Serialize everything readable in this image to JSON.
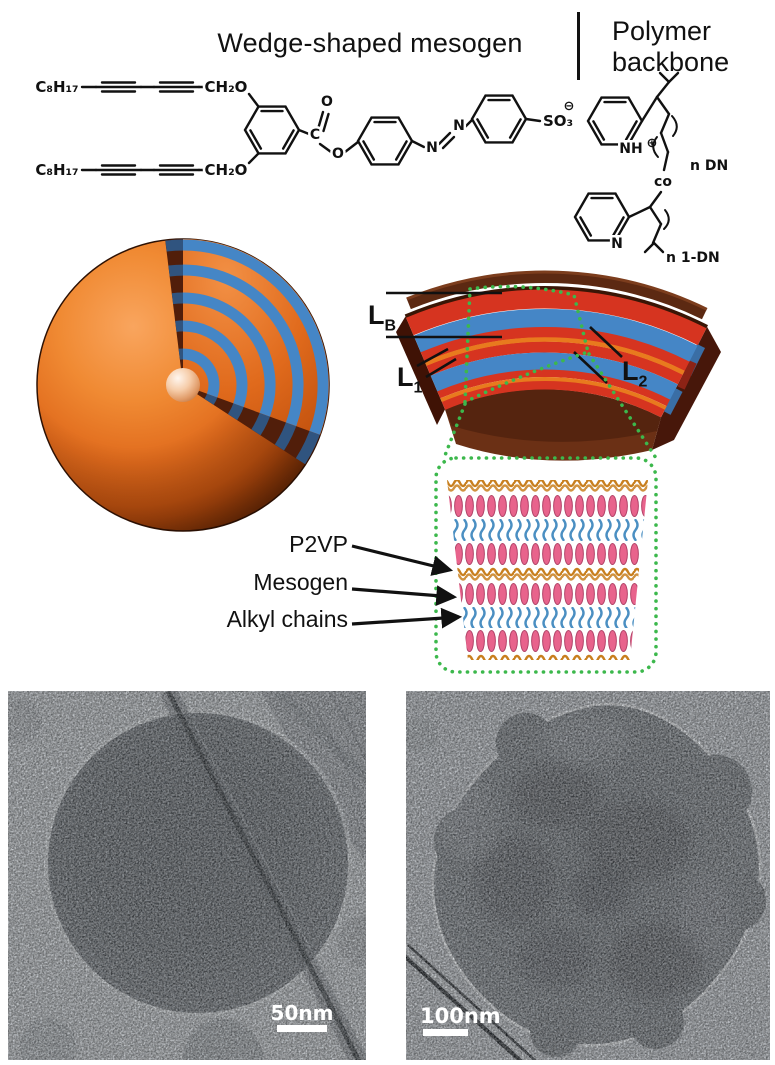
{
  "header": {
    "title": "Wedge-shaped mesogen",
    "polymer_line1": "Polymer",
    "polymer_line2": "backbone"
  },
  "structure": {
    "labels": {
      "alkyl_top": "C₈H₁₇",
      "alkyl_bottom": "C₈H₁₇",
      "ether_top": "CH₂O",
      "ether_bottom": "CH₂O",
      "carbonyl_o": "O",
      "ester_c": "C",
      "ester_o": "O",
      "azo_n_left": "N",
      "azo_n_right": "N",
      "sulfonate": "SO₃",
      "sulfonate_charge": "⊖",
      "pyridinium_nh": "NH",
      "pyridinium_charge": "⊕",
      "repeat_dn": "n DN",
      "co": "co",
      "pyridine_n": "N",
      "repeat_1dn": "n 1-DN"
    }
  },
  "schematic": {
    "labels": {
      "lb_main": "L",
      "lb_sub": "B",
      "l1_main": "L",
      "l1_sub": "1",
      "l2_main": "L",
      "l2_sub": "2",
      "p2vp": "P2VP",
      "mesogen": "Mesogen",
      "alkyl": "Alkyl chains"
    },
    "colors": {
      "shell_orange": "#e2671c",
      "layer_red": "#d63420",
      "layer_blue": "#4586c6",
      "layer_orange": "#e87a1e",
      "green_dots": "#3cb84c",
      "mesogen_pink": "#e8638c",
      "p2vp_chain": "#c87f1e",
      "alkyl_chain": "#4b8fc2",
      "dark_brown": "#5a2410"
    }
  },
  "tem": {
    "left_scale": "50nm",
    "right_scale": "100nm"
  }
}
